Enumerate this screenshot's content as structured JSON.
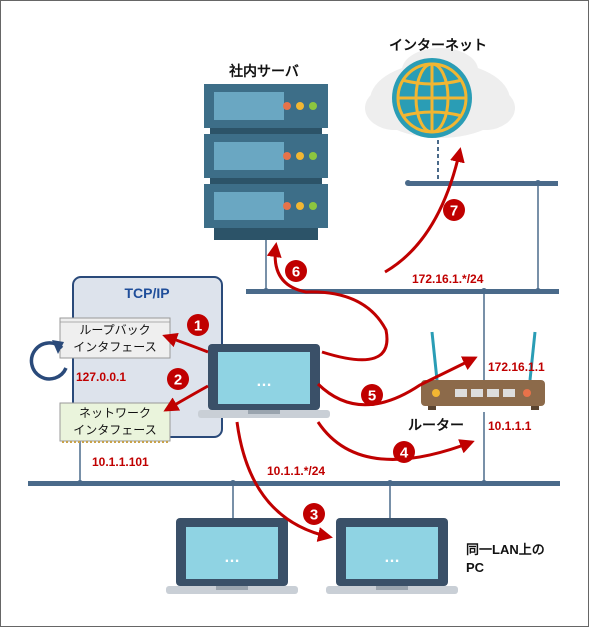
{
  "labels": {
    "server_title": "社内サーバ",
    "internet_title": "インターネット",
    "tcpip_title": "TCP/IP",
    "loopback_line1": "ループバック",
    "loopback_line2": "インタフェース",
    "loopback_ip": "127.0.0.1",
    "nic_line1": "ネットワーク",
    "nic_line2": "インタフェース",
    "nic_ip": "10.1.1.101",
    "router_title": "ルーター",
    "router_ip_upper": "172.16.1.1",
    "router_ip_lower": "10.1.1.1",
    "upper_net": "172.16.1.*/24",
    "lower_net": "10.1.1.*/24",
    "same_lan_line1": "同一LAN上の",
    "same_lan_line2": "PC",
    "laptop_dots": "…"
  },
  "steps": [
    "1",
    "2",
    "3",
    "4",
    "5",
    "6",
    "7"
  ],
  "colors": {
    "arrow": "#c00000",
    "network_line": "#4a6a8a",
    "server_body": "#3d6e88",
    "laptop_frame": "#3a5068",
    "laptop_screen": "#8fd3e3",
    "globe": "#2a9db5",
    "router_body": "#8c6a4a",
    "tcpip_box": "#dde3ec",
    "loopback_box": "#efefef",
    "nic_box": "#eaf4dc"
  }
}
